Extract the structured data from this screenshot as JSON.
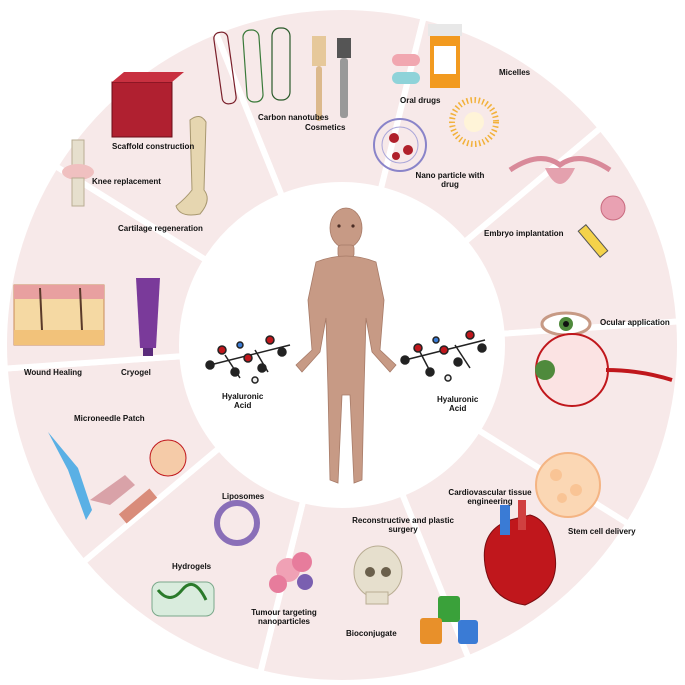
{
  "center": {
    "left_molecule_label": [
      "Hyaluronic",
      "Acid"
    ],
    "right_molecule_label": [
      "Hyaluronic",
      "Acid"
    ]
  },
  "segments": [
    {
      "labels": [
        "Carbon nanotubes",
        "Cosmetics"
      ],
      "icons": [
        "carbon-nanotube-icon",
        "brush-icon"
      ]
    },
    {
      "labels": [
        "Oral drugs",
        "Micelles",
        "Nano particle with drug"
      ],
      "icons": [
        "pill-bottle-icon",
        "micelle-icon",
        "nanoparticle-icon"
      ]
    },
    {
      "labels": [
        "Embryo implantation"
      ],
      "icons": [
        "uterus-icon",
        "syringe-icon"
      ]
    },
    {
      "labels": [
        "Ocular application"
      ],
      "icons": [
        "eye-icon"
      ]
    },
    {
      "labels": [
        "Cardiovascular tissue engineering",
        "Stem cell delivery"
      ],
      "icons": [
        "heart-icon",
        "cell-cluster-icon"
      ]
    },
    {
      "labels": [
        "Reconstructive and plastic surgery",
        "Bioconjugate"
      ],
      "icons": [
        "skull-icon",
        "protein-icon"
      ]
    },
    {
      "labels": [
        "Liposomes",
        "Hydrogels",
        "Tumour targeting nanoparticles"
      ],
      "icons": [
        "liposome-icon",
        "hydrogel-icon",
        "tumour-icon"
      ]
    },
    {
      "labels": [
        "Microneedle Patch"
      ],
      "icons": [
        "microneedle-icon",
        "skin-icon"
      ]
    },
    {
      "labels": [
        "Wound Healing",
        "Cryogel"
      ],
      "icons": [
        "skin-section-icon",
        "tube-icon"
      ]
    },
    {
      "labels": [
        "Scaffold construction",
        "Knee replacement",
        "Cartilage regeneration"
      ],
      "icons": [
        "scaffold-icon",
        "knee-icon",
        "bone-icon"
      ]
    }
  ],
  "colors": {
    "segment_fill": "#f7e9e9",
    "separator": "#ffffff",
    "center_fill": "#ffffff",
    "body_skin": "#c79a85"
  }
}
